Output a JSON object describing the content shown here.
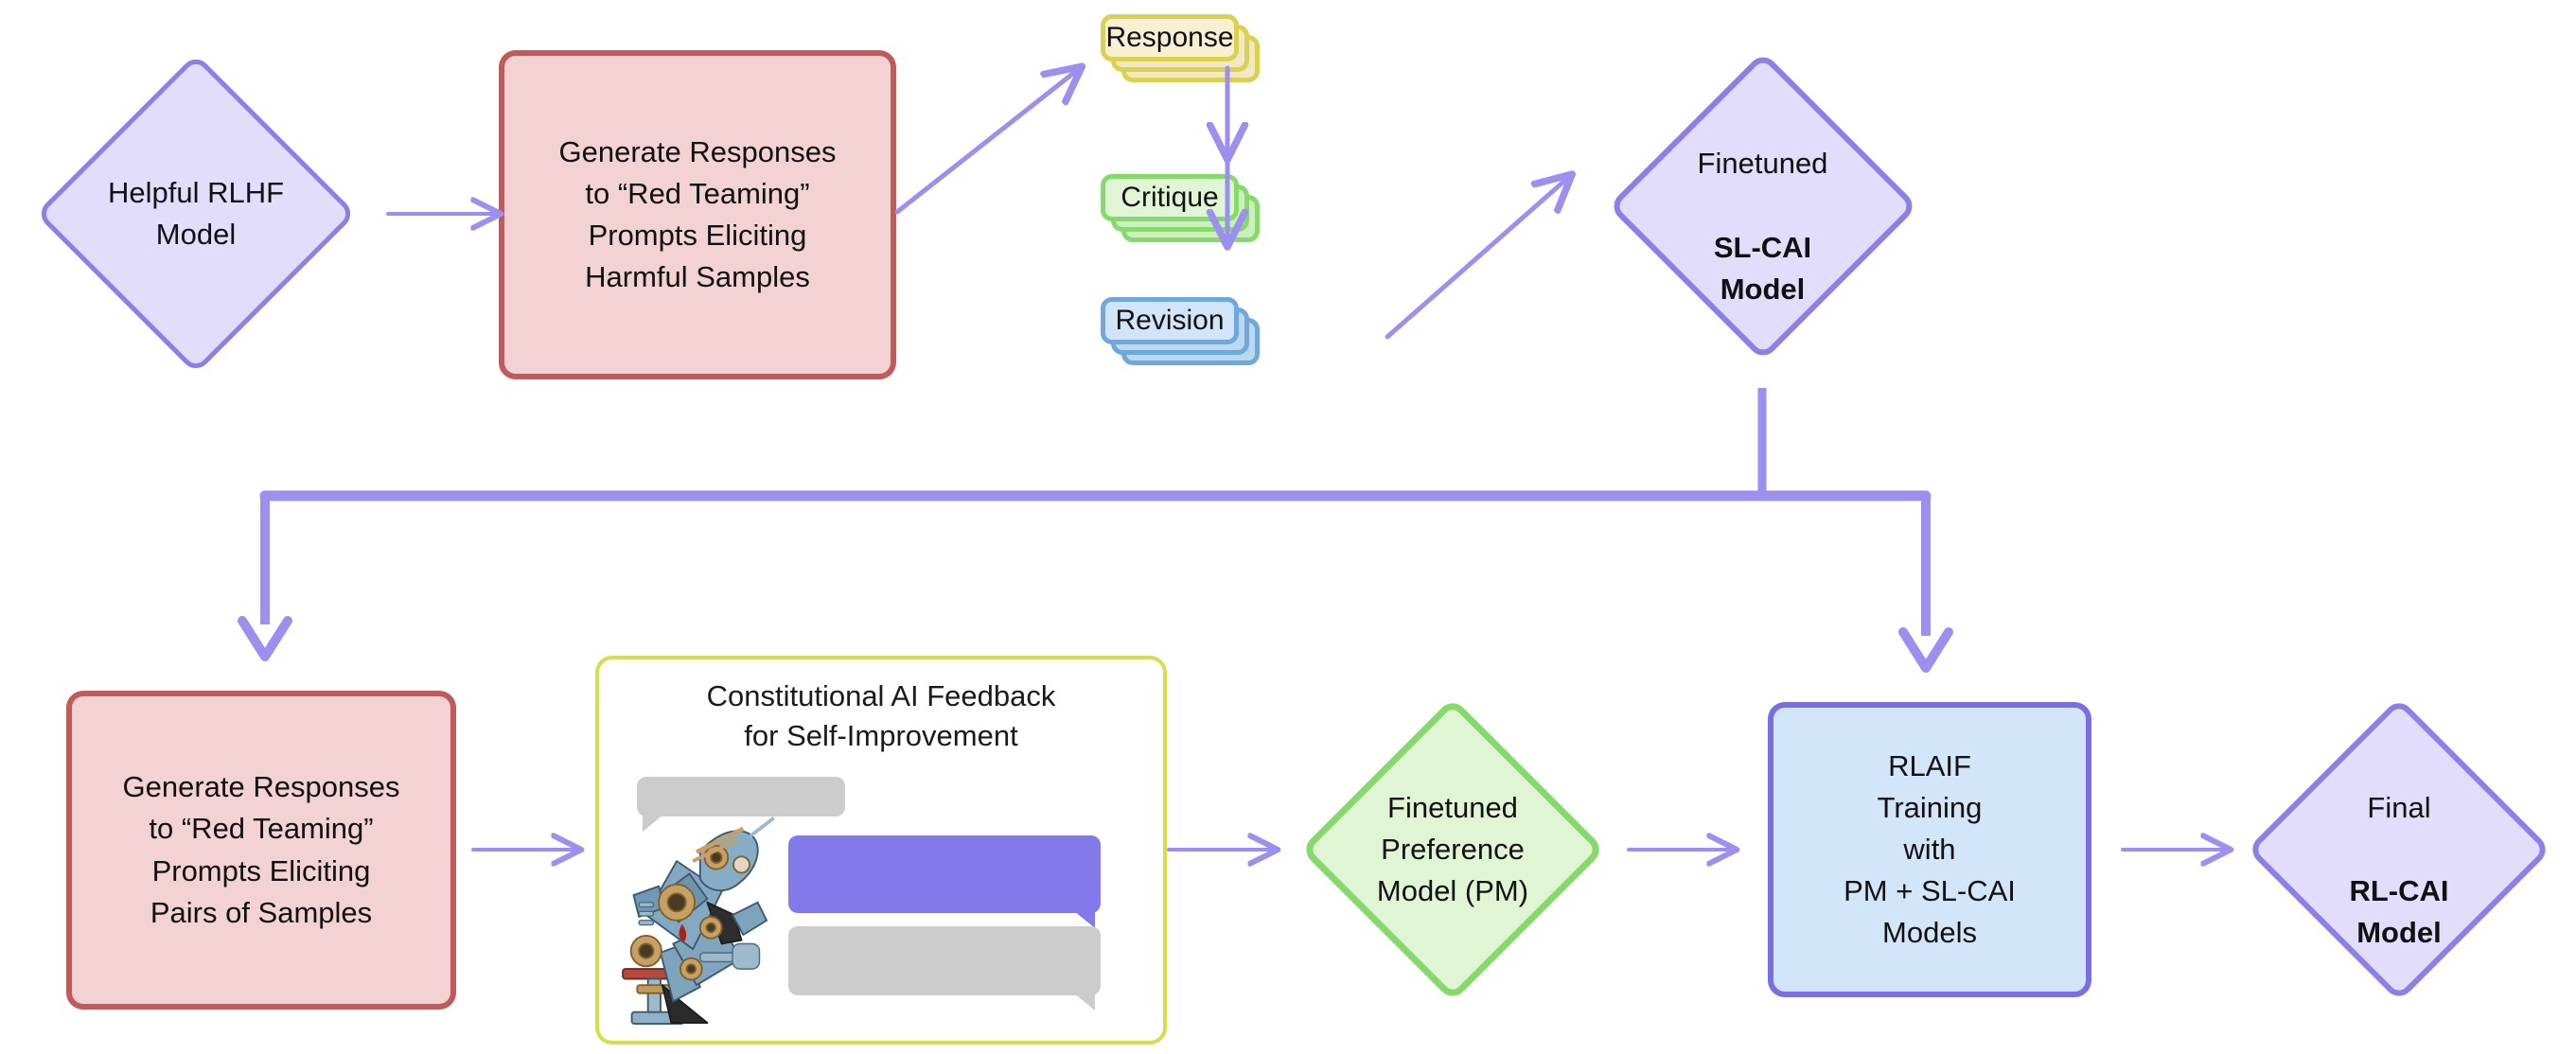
{
  "diagram": {
    "title": "Constitutional AI (CAI) training pipeline",
    "colors": {
      "purple_stroke": "#8b7fe8",
      "purple_fill": "#e2ddfb",
      "red_stroke": "#c15a5a",
      "red_fill": "#f2d2d2",
      "yellow_stroke": "#d9d14f",
      "yellow_fill": "#f7f0d2",
      "green_stroke": "#86d96b",
      "green_fill": "#e0f5d4",
      "blue_stroke": "#6ea8dd",
      "blue_fill": "#d2e4f7",
      "rlaif_stroke": "#7b6ee0",
      "rlaif_fill": "#d3e5f8",
      "cai_stroke": "#d6de4b",
      "bubble_gray": "#cccccc",
      "bubble_purple": "#8479ea",
      "arrow": "#9b8ff0"
    }
  },
  "nodes": {
    "helpful_rlhf": {
      "label": "Helpful RLHF\nModel",
      "shape": "diamond",
      "color": "purple"
    },
    "generate_harmful": {
      "label": "Generate Responses\nto “Red Teaming”\nPrompts Eliciting\nHarmful Samples",
      "shape": "rounded-rect",
      "color": "red"
    },
    "response": {
      "label": "Response",
      "shape": "stacked-card",
      "color": "yellow"
    },
    "critique": {
      "label": "Critique",
      "shape": "stacked-card",
      "color": "green"
    },
    "revision": {
      "label": "Revision",
      "shape": "stacked-card",
      "color": "blue"
    },
    "sl_cai": {
      "label_top": "Finetuned",
      "label_bold": "SL-CAI\nModel",
      "shape": "diamond",
      "color": "purple"
    },
    "generate_pairs": {
      "label": "Generate Responses\nto “Red Teaming”\nPrompts Eliciting\nPairs of Samples",
      "shape": "rounded-rect",
      "color": "red"
    },
    "cai_feedback": {
      "title": "Constitutional AI Feedback\nfor Self-Improvement",
      "shape": "panel",
      "color": "yellow",
      "image_alt": "thinker-robot",
      "bubbles": [
        {
          "name": "bubble-gray-top",
          "side": "left",
          "color": "#cccccc"
        },
        {
          "name": "bubble-purple",
          "side": "right",
          "color": "#8479ea"
        },
        {
          "name": "bubble-gray-bottom",
          "side": "right",
          "color": "#cccccc"
        }
      ]
    },
    "pref_model": {
      "label": "Finetuned\nPreference\nModel (PM)",
      "shape": "diamond",
      "color": "green"
    },
    "rlaif": {
      "label": "RLAIF\nTraining\nwith\nPM + SL-CAI\nModels",
      "shape": "rounded-rect",
      "color": "blue"
    },
    "rl_cai": {
      "label_top": "Final",
      "label_bold": "RL-CAI\nModel",
      "shape": "diamond",
      "color": "purple"
    }
  },
  "edges": [
    {
      "name": "edge-rlhf-to-generate",
      "from": "helpful_rlhf",
      "to": "generate_harmful",
      "style": "straight-arrow"
    },
    {
      "name": "edge-generate-to-response",
      "from": "generate_harmful",
      "to": "response",
      "style": "diagonal-arrow"
    },
    {
      "name": "edge-response-to-critique",
      "from": "response",
      "to": "critique",
      "style": "straight-arrow"
    },
    {
      "name": "edge-critique-to-revision",
      "from": "critique",
      "to": "revision",
      "style": "straight-arrow"
    },
    {
      "name": "edge-revision-to-slcai",
      "from": "revision",
      "to": "sl_cai",
      "style": "diagonal-arrow"
    },
    {
      "name": "edge-slcai-branch-left",
      "from": "sl_cai",
      "to": "generate_pairs",
      "style": "elbow-thick-arrow"
    },
    {
      "name": "edge-slcai-branch-right",
      "from": "sl_cai",
      "to": "rlaif",
      "style": "elbow-thick-arrow"
    },
    {
      "name": "edge-pairs-to-cai",
      "from": "generate_pairs",
      "to": "cai_feedback",
      "style": "straight-arrow"
    },
    {
      "name": "edge-cai-to-pm",
      "from": "cai_feedback",
      "to": "pref_model",
      "style": "straight-arrow"
    },
    {
      "name": "edge-pm-to-rlaif",
      "from": "pref_model",
      "to": "rlaif",
      "style": "straight-arrow"
    },
    {
      "name": "edge-rlaif-to-rlcai",
      "from": "rlaif",
      "to": "rl_cai",
      "style": "straight-arrow"
    }
  ]
}
